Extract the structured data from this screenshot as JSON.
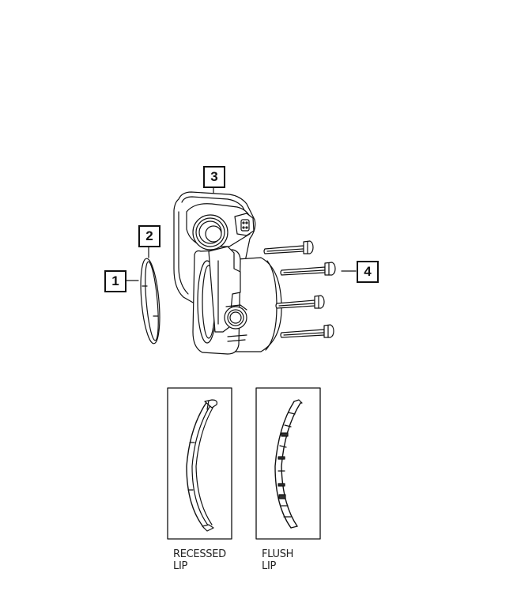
{
  "diagram": {
    "type": "exploded-parts-diagram",
    "callouts": [
      {
        "id": "1",
        "label": "1"
      },
      {
        "id": "2",
        "label": "2"
      },
      {
        "id": "3",
        "label": "3"
      },
      {
        "id": "4",
        "label": "4"
      }
    ],
    "parts": [
      {
        "callout": "1",
        "depicts": "gasket-ring"
      },
      {
        "callout": "2",
        "depicts": "seal-ring"
      },
      {
        "callout": "3",
        "depicts": "throttle-body"
      },
      {
        "callout": "4",
        "depicts": "bolts",
        "count": 4
      }
    ],
    "details": [
      {
        "line1": "RECESSED",
        "line2": "LIP"
      },
      {
        "line1": "FLUSH",
        "line2": "LIP"
      }
    ]
  }
}
